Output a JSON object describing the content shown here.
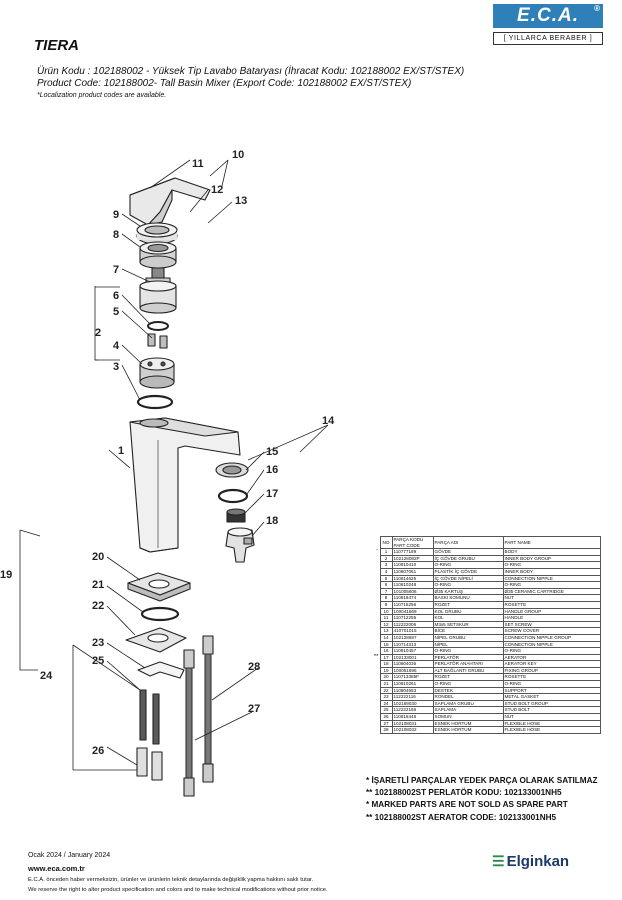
{
  "header": {
    "logo_text": "E.C.A.",
    "logo_reg": "®",
    "slogan": "[ YILLARCA BERABER ]"
  },
  "product": {
    "name": "TIERA",
    "line_tr": "Ürün Kodu : 102188002 - Yüksek Tip  Lavabo  Bataryası (İhracat Kodu: 102188002 EX/ST/STEX)",
    "line_en": "Product Code: 102188002- Tall Basin Mixer  (Export Code: 102188002 EX/ST/STEX)",
    "note": "*Localization product codes are available."
  },
  "callouts": [
    "1",
    "2",
    "3",
    "4",
    "5",
    "6",
    "7",
    "8",
    "9",
    "10",
    "11",
    "12",
    "13",
    "14",
    "15",
    "16",
    "17",
    "18",
    "19",
    "20",
    "21",
    "22",
    "23",
    "24",
    "25",
    "26",
    "27",
    "28"
  ],
  "table": {
    "headers": {
      "no": "NO",
      "code_tr": "PARÇA KODU",
      "code_en": "PART CODE",
      "name_tr": "PARÇA ADI",
      "name_en": "PART NAME"
    },
    "rows": [
      {
        "star": "*",
        "no": "1",
        "code": "110777189",
        "tr": "GÖVDE",
        "en": "BODY"
      },
      {
        "star": "",
        "no": "2",
        "code": "102128082P",
        "tr": "İÇ GÖVDE GRUBU",
        "en": "INNER BODY GROUP"
      },
      {
        "star": "",
        "no": "3",
        "code": "110810410",
        "tr": "O-RING",
        "en": "O-RING"
      },
      {
        "star": "",
        "no": "4",
        "code": "110807061",
        "tr": "PLASTİK İÇ GÖVDE",
        "en": "INNER BODY"
      },
      {
        "star": "",
        "no": "5",
        "code": "110814625",
        "tr": "İÇ GÖVDE NİPELİ",
        "en": "CONNECTION NIPPLE"
      },
      {
        "star": "",
        "no": "6",
        "code": "110810248",
        "tr": "O-RING",
        "en": "O-RING"
      },
      {
        "star": "",
        "no": "7",
        "code": "101005606",
        "tr": "Ø35 KARTUŞ",
        "en": "Ø35 CERAMIC CARTRIDGE"
      },
      {
        "star": "",
        "no": "8",
        "code": "110818474",
        "tr": "BASKI SOMUNU",
        "en": "NUT"
      },
      {
        "star": "",
        "no": "9",
        "code": "110715256",
        "tr": "ROZET",
        "en": "ROSETTE"
      },
      {
        "star": "",
        "no": "10",
        "code": "100041669",
        "tr": "KOL GRUBU",
        "en": "HANDLE GROUP"
      },
      {
        "star": "",
        "no": "11",
        "code": "110712255",
        "tr": "KOL",
        "en": "HANDLE"
      },
      {
        "star": "",
        "no": "12",
        "code": "112222006",
        "tr": "M3x5 SETSKUR",
        "en": "SET SCREW"
      },
      {
        "star": "",
        "no": "13",
        "code": "410701015",
        "tr": "BİCE",
        "en": "SCREW COVER"
      },
      {
        "star": "",
        "no": "14",
        "code": "102128687",
        "tr": "NİPEL GRUBU",
        "en": "CONNECTION NIPPLE GROUP"
      },
      {
        "star": "",
        "no": "15",
        "code": "110714313",
        "tr": "NİPEL",
        "en": "CONNECTION NIPPLE"
      },
      {
        "star": "",
        "no": "16",
        "code": "110810457",
        "tr": "O-RING",
        "en": "O-RING"
      },
      {
        "star": "**",
        "no": "17",
        "code": "102133001",
        "tr": "PERLATÖR",
        "en": "AERATOR"
      },
      {
        "star": "",
        "no": "18",
        "code": "110804036",
        "tr": "PERLATÖR ANAHTARI",
        "en": "AERATOR KEY"
      },
      {
        "star": "",
        "no": "19",
        "code": "100051696",
        "tr": "ALT BAĞLANTI GRUBU",
        "en": "FIXING GROUP"
      },
      {
        "star": "",
        "no": "20",
        "code": "110713385F",
        "tr": "ROZET",
        "en": "ROSETTE"
      },
      {
        "star": "",
        "no": "21",
        "code": "110810261",
        "tr": "O-RING",
        "en": "O-RING"
      },
      {
        "star": "",
        "no": "22",
        "code": "110804553",
        "tr": "DESTEK",
        "en": "SUPPORT"
      },
      {
        "star": "",
        "no": "23",
        "code": "112222116",
        "tr": "RONDEL",
        "en": "METAL GASKET"
      },
      {
        "star": "",
        "no": "24",
        "code": "102189030",
        "tr": "SAPLAMA GRUBU",
        "en": "STUD BOLT GROUP"
      },
      {
        "star": "",
        "no": "25",
        "code": "112222166",
        "tr": "SAPLAMA",
        "en": "STUD BOLT"
      },
      {
        "star": "",
        "no": "26",
        "code": "110818446",
        "tr": "SOMUN",
        "en": "NUT"
      },
      {
        "star": "",
        "no": "27",
        "code": "102108031",
        "tr": "ESNEK HORTUM",
        "en": "FLEXIBLE HOSE"
      },
      {
        "star": "",
        "no": "28",
        "code": "102108032",
        "tr": "ESNEK HORTUM",
        "en": "FLEXIBLE HOSE"
      }
    ]
  },
  "notes": [
    "* İŞARETLİ PARÇALAR YEDEK PARÇA OLARAK SATILMAZ",
    "** 102188002ST PERLATÖR KODU: 102133001NH5",
    "* MARKED PARTS ARE NOT SOLD AS SPARE PART",
    "** 102188002ST AERATOR CODE: 102133001NH5"
  ],
  "footer": {
    "date": "Ocak 2024 / January 2024",
    "website": "www.eca.com.tr",
    "disclaimer_tr": "E.C.A. önceden haber vermeksizin, ürünler ve ürünlerin teknik detaylarında değişiklik yapma hakkını saklı tutar.",
    "disclaimer_en": "We reserve the right to alter product specification and colors and to make technical modifications without prior notice.",
    "brand": "Elginkan",
    "brand_icon": "elginkan-logo-icon"
  }
}
